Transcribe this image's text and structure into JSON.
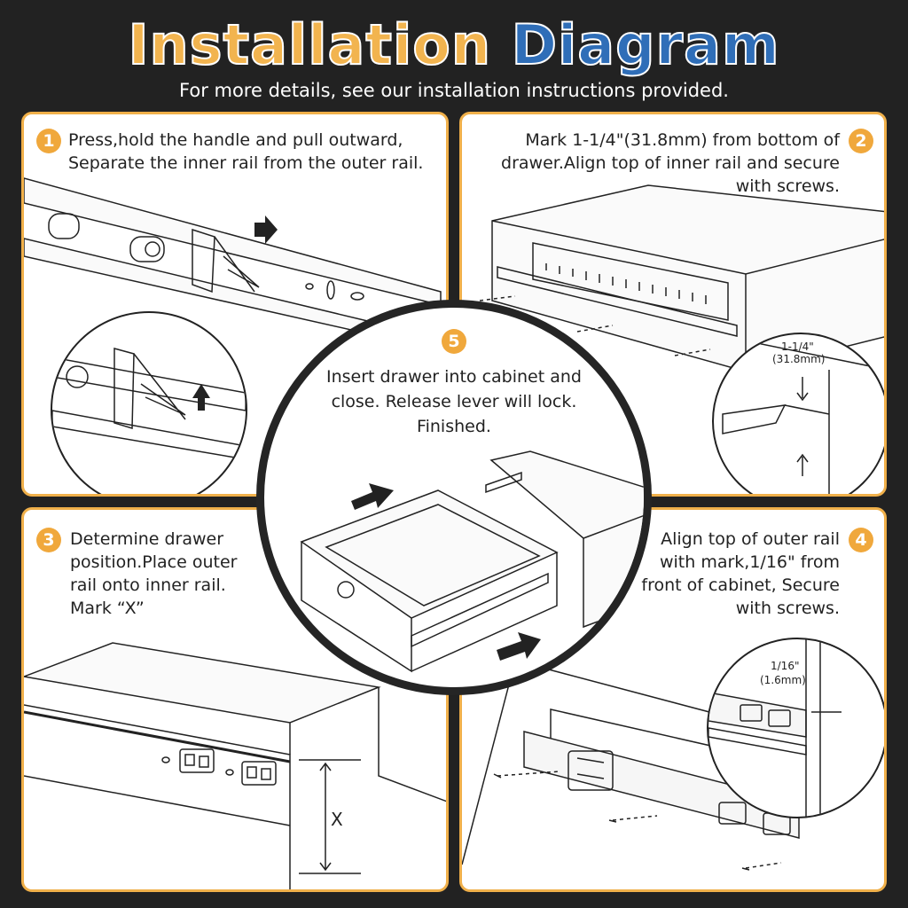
{
  "header": {
    "title_word1": "Installation",
    "title_word2": "Diagram",
    "subtitle": "For more details, see our installation instructions provided."
  },
  "steps": [
    {
      "number": "1",
      "text": "Press,hold the handle and pull outward, Separate the inner rail from the outer rail."
    },
    {
      "number": "2",
      "text": "Mark 1-1/4\"(31.8mm) from bottom of drawer.Align top of inner rail and secure with screws.",
      "dimension": "1-1/4\"",
      "dimension_mm": "(31.8mm)"
    },
    {
      "number": "3",
      "text": "Determine drawer position.Place outer rail onto inner rail. Mark “X”",
      "mark_label": "X"
    },
    {
      "number": "4",
      "text": "Align top of outer rail with mark,1/16\" from front of cabinet, Secure with screws.",
      "dimension": "1/16\"",
      "dimension_mm": "(1.6mm)"
    },
    {
      "number": "5",
      "text": "Insert drawer into cabinet and close. Release lever will lock. Finished."
    }
  ],
  "colors": {
    "accent": "#f0a83c",
    "title_blue": "#2f6eb8",
    "title_orange": "#f2b44f",
    "background": "#222222"
  }
}
